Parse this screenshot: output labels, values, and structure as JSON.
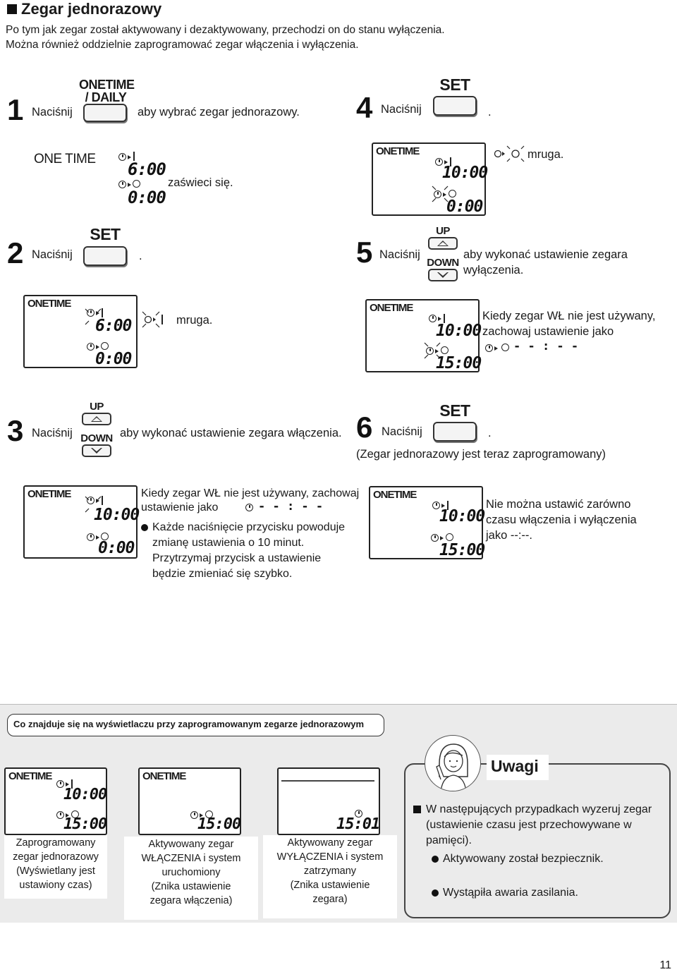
{
  "header": {
    "title": "Zegar jednorazowy",
    "intro_1": "Po tym jak zegar został aktywowany i dezaktywowany, przechodzi on do stanu wyłączenia.",
    "intro_2": "Można również oddzielnie zaprogramować zegar włączenia i wyłączenia."
  },
  "buttons": {
    "onetime_daily_1": "ONETIME",
    "onetime_daily_2": "/ DAILY",
    "set": "SET",
    "up": "UP",
    "down": "DOWN"
  },
  "steps": {
    "s1": {
      "num": "1",
      "press": "Naciśnij",
      "after": "aby wybrać zegar jednorazowy."
    },
    "s1_display": {
      "onetime": "ONE TIME",
      "on_time": "6:00",
      "off_time": "0:00",
      "note": "zaświeci się."
    },
    "s2": {
      "num": "2",
      "press": "Naciśnij",
      "after": "."
    },
    "s2_display": {
      "head": "ONETIME",
      "on_time": "6:00",
      "off_time": "0:00",
      "note": "mruga."
    },
    "s3": {
      "num": "3",
      "press": "Naciśnij",
      "after": "aby wykonać ustawienie zegara włączenia."
    },
    "s3_display": {
      "head": "ONETIME",
      "on_time": "10:00",
      "off_time": "0:00",
      "note_1": "Kiedy zegar WŁ nie jest używany, zachowaj",
      "note_2": "ustawienie jako",
      "dashes": "- - : - -",
      "bullet_1": "Każde naciśnięcie przycisku powoduje",
      "bullet_2": "zmianę ustawienia o 10 minut.",
      "bullet_3": "Przytrzymaj przycisk a ustawienie",
      "bullet_4": "będzie zmieniać się szybko."
    },
    "s4": {
      "num": "4",
      "press": "Naciśnij",
      "after": "."
    },
    "s4_display": {
      "head": "ONETIME",
      "on_time": "10:00",
      "off_time": "0:00",
      "note": "mruga."
    },
    "s5": {
      "num": "5",
      "press": "Naciśnij",
      "after_1": "aby wykonać ustawienie zegara",
      "after_2": "wyłączenia."
    },
    "s5_display": {
      "head": "ONETIME",
      "on_time": "10:00",
      "off_time": "15:00",
      "note_1": "Kiedy zegar WŁ nie jest używany,",
      "note_2": "zachowaj ustawienie jako",
      "dashes": "- - : - -"
    },
    "s6": {
      "num": "6",
      "press": "Naciśnij",
      "after": ".",
      "sub": "(Zegar jednorazowy jest teraz zaprogramowany)"
    },
    "s6_display": {
      "head": "ONETIME",
      "on_time": "10:00",
      "off_time": "15:00",
      "note_1": "Nie można ustawić zarówno",
      "note_2": "czasu włączenia i wyłączenia",
      "note_3": "jako --:--."
    }
  },
  "bottom": {
    "heading": "Co znajduje się na wyświetlaczu przy zaprogramowanym zegarze jednorazowym",
    "d1": {
      "head": "ONETIME",
      "on_time": "10:00",
      "off_time": "15:00",
      "cap_1": "Zaprogramowany",
      "cap_2": "zegar jednorazowy",
      "cap_3": "(Wyświetlany jest",
      "cap_4": "ustawiony czas)"
    },
    "d2": {
      "head": "ONETIME",
      "off_time": "15:00",
      "cap_1": "Aktywowany zegar",
      "cap_2": "WŁĄCZENIA i system",
      "cap_3": "uruchomiony",
      "cap_4": "(Znika ustawienie",
      "cap_5": "zegara włączenia)"
    },
    "d3": {
      "off_time": "15:01",
      "cap_1": "Aktywowany zegar",
      "cap_2": "WYŁĄCZENIA i system",
      "cap_3": "zatrzymany",
      "cap_4": "(Znika ustawienie",
      "cap_5": "zegara)"
    },
    "notes": {
      "title": "Uwagi",
      "line_1": "W następujących przypadkach wyzeruj zegar",
      "line_2": "(ustawienie czasu jest przechowywane w",
      "line_3": "pamięci).",
      "bullet_1": "Aktywowany został bezpiecznik.",
      "bullet_2": "Wystąpiła awaria zasilania."
    }
  },
  "page_number": "11"
}
